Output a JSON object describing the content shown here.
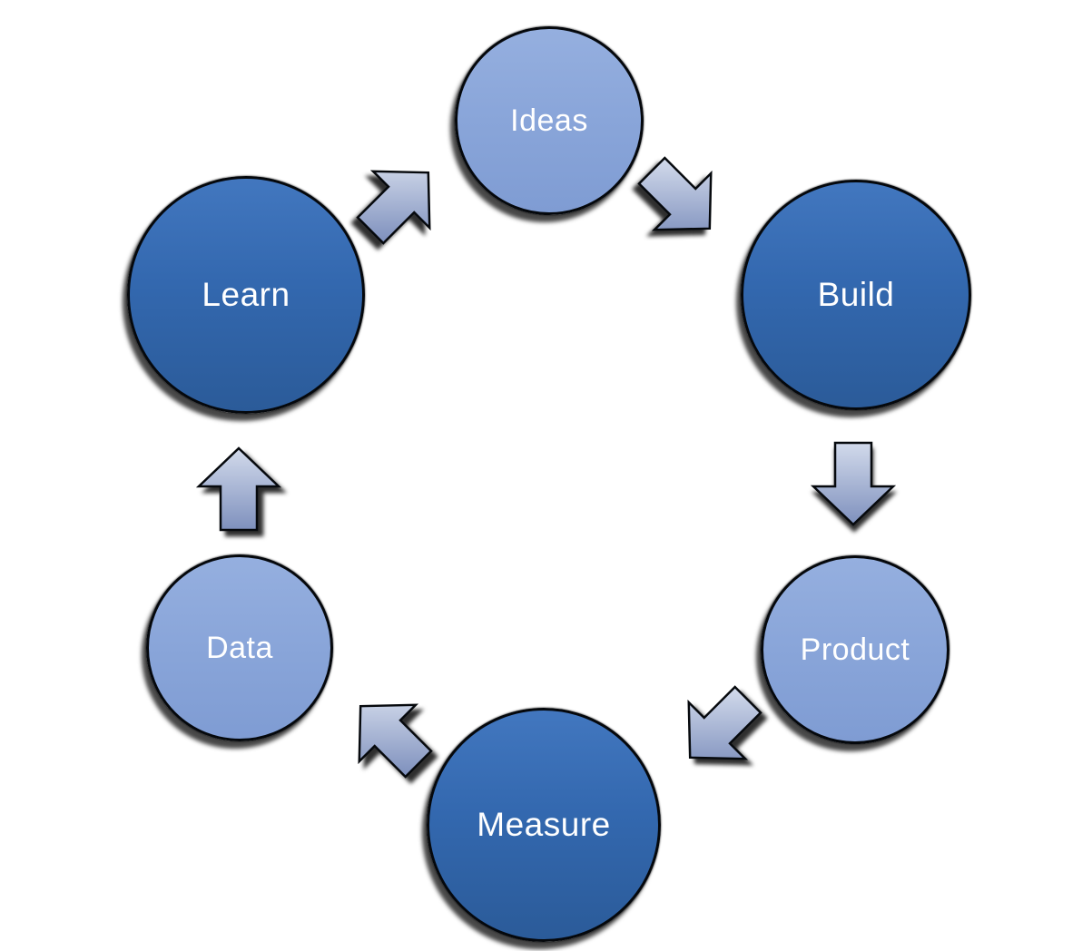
{
  "diagram": {
    "type": "cycle",
    "nodes": [
      {
        "id": "ideas",
        "label": "Ideas",
        "style": "light"
      },
      {
        "id": "build",
        "label": "Build",
        "style": "dark"
      },
      {
        "id": "product",
        "label": "Product",
        "style": "light"
      },
      {
        "id": "measure",
        "label": "Measure",
        "style": "dark"
      },
      {
        "id": "data",
        "label": "Data",
        "style": "light"
      },
      {
        "id": "learn",
        "label": "Learn",
        "style": "dark"
      }
    ],
    "arrows": [
      {
        "from": "learn",
        "to": "ideas",
        "direction": "north-east"
      },
      {
        "from": "ideas",
        "to": "build",
        "direction": "south-east"
      },
      {
        "from": "build",
        "to": "product",
        "direction": "south"
      },
      {
        "from": "product",
        "to": "measure",
        "direction": "south-west"
      },
      {
        "from": "measure",
        "to": "data",
        "direction": "north-west"
      },
      {
        "from": "data",
        "to": "learn",
        "direction": "north"
      }
    ],
    "colors": {
      "node_dark_gradient_top": "#4277bf",
      "node_dark_gradient_bottom": "#2b5b99",
      "node_light_gradient_top": "#95afdf",
      "node_light_gradient_bottom": "#7f9cd3",
      "arrow_gradient_light": "#ccd5e8",
      "arrow_gradient_dark": "#7e90bd",
      "text": "#ffffff",
      "shadow": "#000000",
      "background": "#ffffff"
    }
  }
}
